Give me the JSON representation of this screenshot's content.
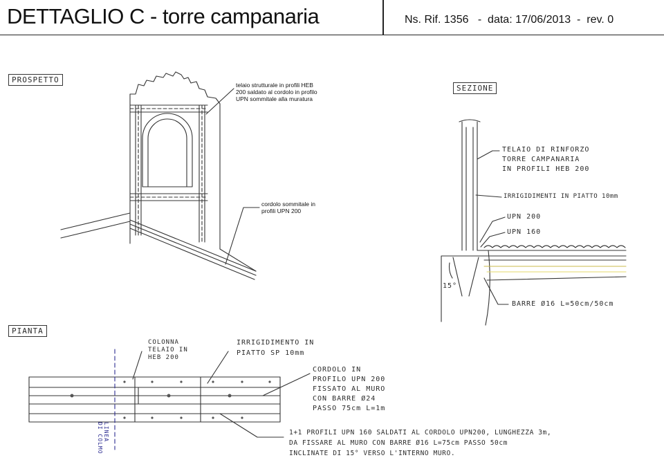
{
  "header": {
    "title": "DETTAGLIO C - torre campanaria",
    "ref": "Ns. Rif. 1356",
    "dash1": "-",
    "date": "data: 17/06/2013",
    "dash2": "-",
    "rev": "rev. 0"
  },
  "prospetto": {
    "label": "PROSPETTO",
    "note_frame": [
      "telaio strutturale in profili HEB",
      "200 saldato al cordolo in profilo",
      "UPN sommitale alla muratura"
    ],
    "note_cordolo": [
      "cordolo sommitale in",
      "profili UPN 200"
    ]
  },
  "sezione": {
    "label": "SEZIONE",
    "note_telaio": [
      "TELAIO DI RINFORZO",
      "TORRE CAMPANARIA",
      "IN PROFILI HEB 200"
    ],
    "note_irrig": "IRRIGIDIMENTI IN PIATTO 10mm",
    "note_upn200": "UPN 200",
    "note_upn160": "UPN 160",
    "angle": "15°",
    "note_barre": "BARRE Ø16 L=50cm/50cm"
  },
  "pianta": {
    "label": "PIANTA",
    "note_colonna": [
      "COLONNA",
      "TELAIO IN",
      "HEB 200"
    ],
    "note_irrig": [
      "IRRIGIDIMENTO IN",
      "PIATTO SP 10mm"
    ],
    "note_cordolo": [
      "CORDOLO IN",
      "PROFILO UPN 200",
      "FISSATO AL MURO",
      "CON BARRE Ø24",
      "PASSO 75cm L=1m"
    ],
    "note_bottom": [
      "1+1 PROFILI UPN 160 SALDATI AL CORDOLO UPN200, LUNGHEZZA 3m,",
      "DA FISSARE AL MURO CON BARRE Ø16 L=75cm PASSO 50cm",
      "INCLINATE DI 15° VERSO L'INTERNO MURO."
    ],
    "axis_label": [
      "LINEA",
      "DI COLMO"
    ]
  }
}
